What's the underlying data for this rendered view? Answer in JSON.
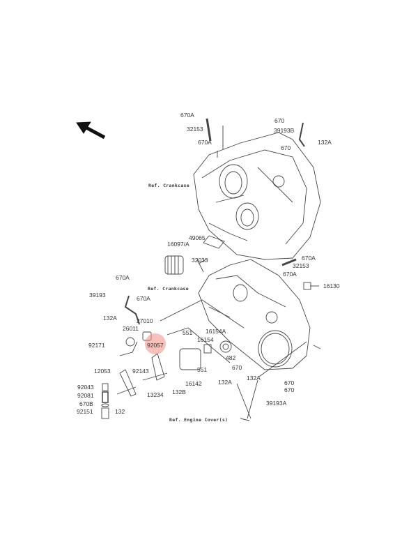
{
  "highlight_color": "#f08c82",
  "highlighted_part": "92057",
  "direction_icon": "arrow-up-left-icon",
  "labels": {
    "l670A_1": "670A",
    "l32153_1": "32153",
    "l670A_2": "670A",
    "l670_1": "670",
    "l39193B": "39193B",
    "l132A_1": "132A",
    "l670_2": "670",
    "ref_crankcase_1": "Ref. Crankcase",
    "l49065": "49065",
    "l16097": "16097/A",
    "l32033": "32033",
    "l670A_3": "670A",
    "l32153_2": "32153",
    "l670A_4": "670A",
    "l16130": "16130",
    "ref_crankcase_2": "Ref. Crankcase",
    "l670A_5": "670A",
    "l39193": "39193",
    "l670A_6": "670A",
    "l132A_2": "132A",
    "l27010": "27010",
    "l26011": "26011",
    "l551_1": "551",
    "l16154A": "16154A",
    "l16154": "16154",
    "l92171": "92171",
    "l92057": "92057",
    "l482": "482",
    "l551_2": "551",
    "l12053": "12053",
    "l92143": "92143",
    "l16142": "16142",
    "l670_3": "670",
    "l132A_3": "132A",
    "l132A_4": "132A",
    "l670_4": "670",
    "l670_5": "670",
    "l92043": "92043",
    "l92081": "92081",
    "l132B": "132B",
    "l13234": "13234",
    "l670B": "670B",
    "l39193A": "39193A",
    "l92151": "92151",
    "l132": "132",
    "ref_engine_cover": "Ref. Engine Cover(s)"
  }
}
